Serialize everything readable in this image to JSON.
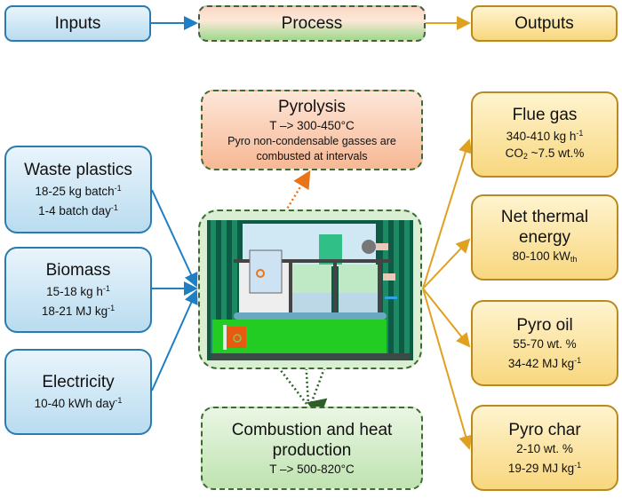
{
  "header": {
    "inputs_label": "Inputs",
    "process_label": "Process",
    "outputs_label": "Outputs"
  },
  "colors": {
    "input_accent": "#1f7fc4",
    "output_accent": "#e0a020",
    "process_border": "#3f6b33",
    "pyrolysis_arrow": "#e8751a"
  },
  "inputs": [
    {
      "title": "Waste plastics",
      "lines": [
        {
          "text": "18-25 kg batch",
          "sup": "-1"
        },
        {
          "text": "1-4 batch day",
          "sup": "-1"
        }
      ]
    },
    {
      "title": "Biomass",
      "lines": [
        {
          "text": "15-18 kg h",
          "sup": "-1"
        },
        {
          "text": "18-21 MJ kg",
          "sup": "-1"
        }
      ]
    },
    {
      "title": "Electricity",
      "lines": [
        {
          "text": "10-40 kWh day",
          "sup": "-1"
        }
      ]
    }
  ],
  "process": {
    "pyrolysis": {
      "title": "Pyrolysis",
      "temp": "T –> 300-450°C",
      "note_line1": "Pyro non-condensable gasses are",
      "note_line2": "combusted at intervals"
    },
    "combustion": {
      "title_line1": "Combustion and heat",
      "title_line2": "production",
      "temp": "T –> 500-820°C"
    },
    "machine_image": "pyrolysis-reactor-illustration"
  },
  "outputs": [
    {
      "title": "Flue gas",
      "line1": "340-410 kg h",
      "line1_sup": "-1",
      "line2_pre": "CO",
      "line2_sub": "2",
      "line2_post": " ~7.5 wt.%"
    },
    {
      "title_line1": "Net thermal",
      "title_line2": "energy",
      "line1": "80-100 kW",
      "line1_sub": "th"
    },
    {
      "title": "Pyro oil",
      "line1": "55-70 wt. %",
      "line2": "34-42 MJ kg",
      "line2_sup": "-1"
    },
    {
      "title": "Pyro char",
      "line1": "2-10 wt. %",
      "line2": "19-29 MJ kg",
      "line2_sup": "-1"
    }
  ]
}
